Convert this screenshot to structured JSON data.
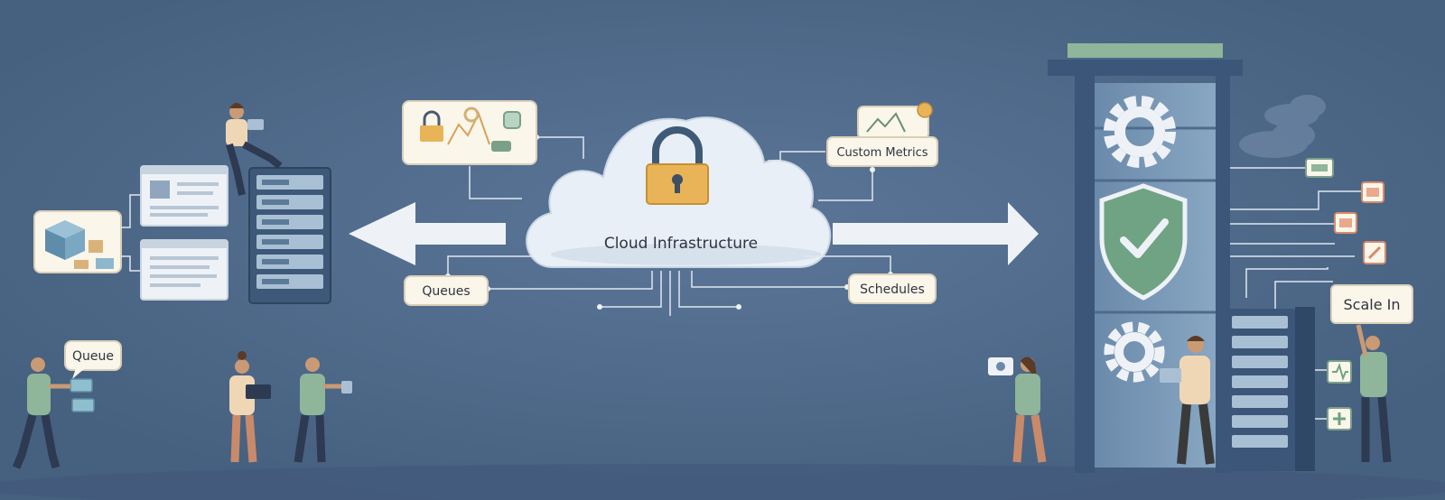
{
  "labels": {
    "cloud": "Cloud Infrastructure",
    "custom_metrics": "Custom Metrics",
    "queues": "Queues",
    "schedules": "Schedules",
    "queue": "Queue",
    "scale_in": "Scale In"
  },
  "colors": {
    "background": "#4f6a8c",
    "cloud": "#e9eff6",
    "card": "#fbf6ea",
    "arrow": "#eef2f7",
    "lock": "#e8b457",
    "shield": "#6fa383",
    "tower": "#3b5678"
  },
  "icons": [
    "padlock-icon",
    "shield-check-icon",
    "gear-icon",
    "server-rack-icon",
    "line-chart-icon",
    "cube-icon"
  ]
}
